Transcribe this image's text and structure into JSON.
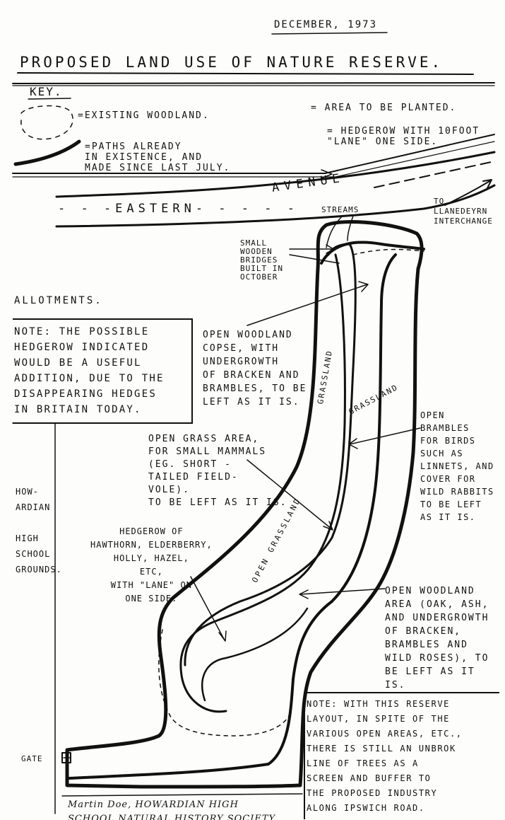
{
  "header": {
    "date": "DECEMBER, 1973",
    "title": "PROPOSED LAND USE OF NATURE RESERVE."
  },
  "key": {
    "heading": "KEY.",
    "woodland": "=EXISTING WOODLAND.",
    "paths": "=PATHS ALREADY\nIN EXISTENCE, AND\nMADE SINCE LAST JULY.",
    "planted": "= AREA TO BE PLANTED.",
    "hedgerow_key": "= HEDGEROW WITH 10FOOT\n\"LANE\" ONE SIDE."
  },
  "road": {
    "name_left": "- - -EASTERN- - - - -",
    "name_right": "AVENUE",
    "to": "TO\nLLANEDEYRN\nINTERCHANGE"
  },
  "labels": {
    "streams": "STREAMS",
    "bridges": "SMALL\nWOODEN\nBRIDGES\nBUILT IN\nOCTOBER",
    "allotments": "ALLOTMENTS.",
    "note1": "NOTE: THE POSSIBLE\nHEDGEROW INDICATED\nWOULD BE A USEFUL\nADDITION, DUE TO THE\nDISAPPEARING HEDGES\nIN BRITAIN TODAY.",
    "copse": "OPEN WOODLAND\nCOPSE, WITH\nUNDERGROWTH\nOF BRACKEN AND\nBRAMBLES, TO BE\nLEFT AS IT IS.",
    "grassland1": "GRASSLAND",
    "grassland2": "GRASSLAND",
    "open_brambles": "OPEN\nBRAMBLES\nFOR BIRDS\nSUCH AS\nLINNETS, AND\nCOVER FOR\nWILD RABBITS\nTO BE LEFT\nAS IT IS.",
    "open_grass": "OPEN GRASS AREA,\nFOR SMALL MAMMALS\n(EG. SHORT -\nTAILED FIELD-\nVOLE).\nTO BE LEFT AS IT IS.",
    "open_grassland": "OPEN GRASSLAND",
    "school": "HOW-\nARDIAN\n\nHIGH\nSCHOOL\nGROUNDS.",
    "hedgerow": "HEDGEROW OF\nHAWTHORN, ELDERBERRY,\nHOLLY, HAZEL,\nETC,\nWITH \"LANE\" ON\nONE SIDE.",
    "open_woodland": "OPEN WOODLAND\nAREA (OAK, ASH,\nAND UNDERGROWTH\nOF BRACKEN,\nBRAMBLES AND\nWILD ROSES), TO\nBE LEFT AS IT\nIS.",
    "note2": "NOTE: WITH THIS RESERVE\nLAYOUT, IN SPITE OF THE\nVARIOUS OPEN AREAS, ETC.,\nTHERE IS STILL AN UNBROK\nLINE OF TREES AS A\nSCREEN AND BUFFER TO\nTHE PROPOSED INDUSTRY\nALONG IPSWICH ROAD.",
    "gate": "GATE",
    "signature": "Martin Doe, HOWARDIAN HIGH\nSCHOOL NATURAL HISTORY SOCIETY"
  }
}
